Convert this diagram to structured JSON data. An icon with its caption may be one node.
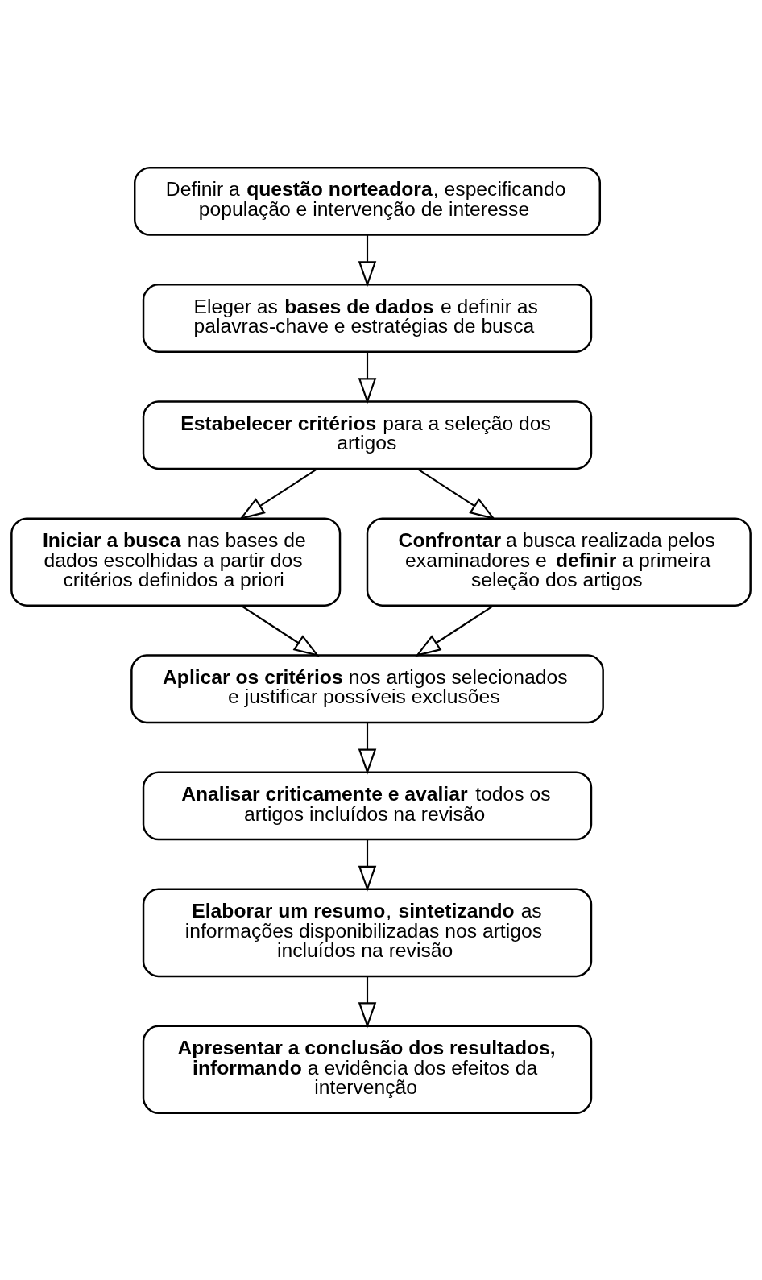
{
  "diagram": {
    "nodes": [
      {
        "text": [
          "Definir a **questão norteadora**, especificando população e intervenção de interesse"
        ]
      },
      {
        "text": [
          "Eleger as **bases de dados** e definir as palavras-chave e estratégias de busca"
        ]
      },
      {
        "text": [
          "**Estabelecer critérios** para a seleção dos artigos"
        ]
      },
      {
        "text": [
          "**Iniciar a busca** nas bases de dados escolhidas a partir dos critérios definidos a priori"
        ]
      },
      {
        "text": [
          "**Confrontar** a busca realizada pelos examinadores e **definir** a primeira seleção dos artigos"
        ]
      },
      {
        "text": [
          "**Aplicar os critérios** nos artigos selecionados e justificar possíveis exclusões"
        ]
      },
      {
        "text": [
          "**Analisar criticamente e avaliar** todos os artigos incluídos na revisão"
        ]
      },
      {
        "text": [
          "**Elaborar um resumo**, **sintetizando** as informações disponibilizadas nos artigos incluídos na revisão"
        ]
      },
      {
        "text": [
          "**Apresentar a conclusão dos resultados, informando** a evidência dos efeitos da intervenção"
        ]
      }
    ],
    "edges": [
      {
        "from": 0,
        "to": 1,
        "arrow": "to"
      },
      {
        "from": 1,
        "to": 2,
        "arrow": "to"
      },
      {
        "from": 2,
        "to": 3,
        "arrow": "to"
      },
      {
        "from": 2,
        "to": 4,
        "arrow": "to"
      },
      {
        "from": 3,
        "to": 5,
        "arrow": "to"
      },
      {
        "from": 4,
        "to": 5,
        "arrow": "to"
      },
      {
        "from": 5,
        "to": 6,
        "arrow": "to"
      },
      {
        "from": 6,
        "to": 7,
        "arrow": "to"
      },
      {
        "from": 7,
        "to": 8,
        "arrow": "to"
      }
    ]
  }
}
